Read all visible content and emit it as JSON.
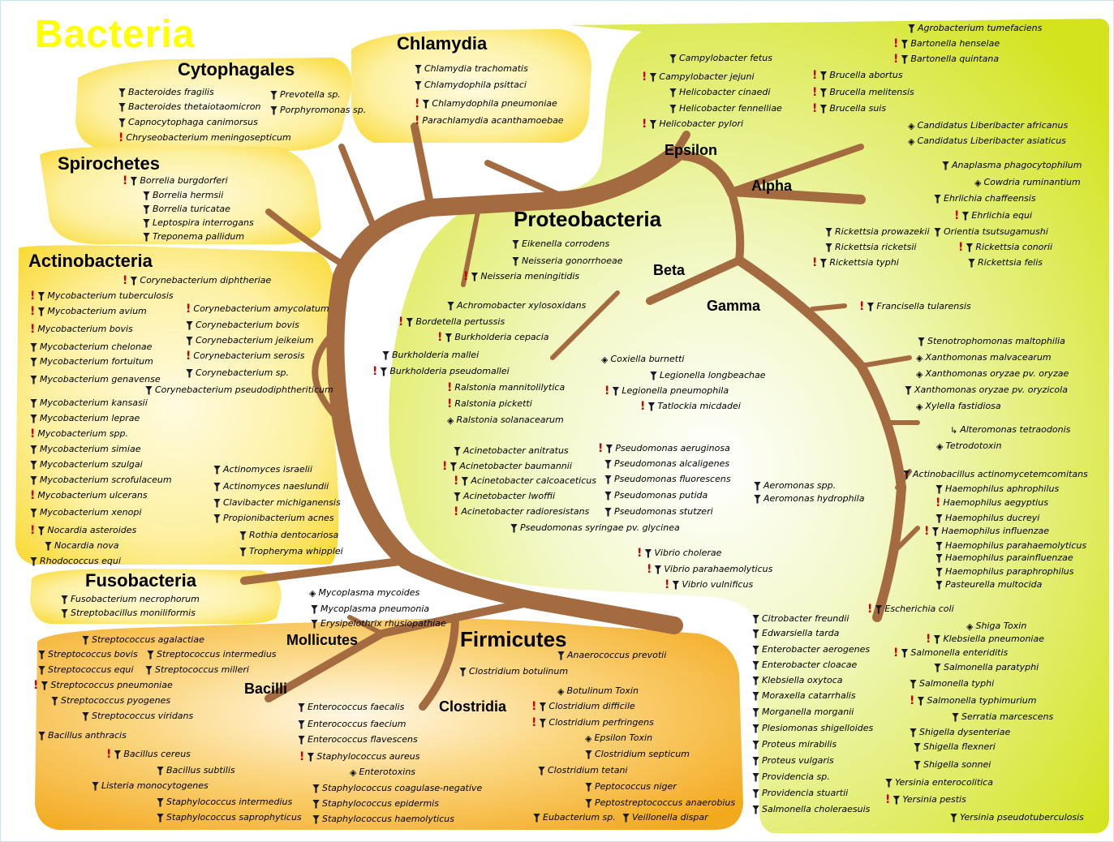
{
  "title": "Bacteria",
  "colors": {
    "branch": "#a36b3f",
    "proteo_fill": "#d8e92f",
    "phylum_fill": "#fbe24a",
    "firmicutes_fill": "#f7bb34",
    "funnel": "#1a1a2e",
    "warning": "#cc0000"
  },
  "icons": [
    "funnel-icon",
    "warning-icon",
    "biohazard-icon",
    "bug-icon",
    "cdc-icon",
    "cow-icon",
    "skull-icon",
    "leaf-icon",
    "diamond-icon"
  ],
  "groups": [
    {
      "key": "cytophagales",
      "label": "Cytophagales",
      "size": "g-mid"
    },
    {
      "key": "chlamydia",
      "label": "Chlamydia",
      "size": "g-mid"
    },
    {
      "key": "spirochetes",
      "label": "Spirochetes",
      "size": "g-mid"
    },
    {
      "key": "actinobacteria",
      "label": "Actinobacteria",
      "size": "g-mid"
    },
    {
      "key": "fusobacteria",
      "label": "Fusobacteria",
      "size": "g-mid"
    },
    {
      "key": "proteobacteria",
      "label": "Proteobacteria",
      "size": "g-big"
    },
    {
      "key": "firmicutes",
      "label": "Firmicutes",
      "size": "g-big"
    },
    {
      "key": "epsilon",
      "label": "Epsilon",
      "size": "g-small"
    },
    {
      "key": "alpha",
      "label": "Alpha",
      "size": "g-small"
    },
    {
      "key": "beta",
      "label": "Beta",
      "size": "g-small"
    },
    {
      "key": "gamma",
      "label": "Gamma",
      "size": "g-small"
    },
    {
      "key": "mollicutes",
      "label": "Mollicutes",
      "size": "g-small"
    },
    {
      "key": "bacilli",
      "label": "Bacilli",
      "size": "g-small"
    },
    {
      "key": "clostridia",
      "label": "Clostridia",
      "size": "g-small"
    }
  ],
  "species": [
    {
      "t": "Bacteroides fragilis",
      "i": "f"
    },
    {
      "t": "Bacteroides thetaiotaomicron",
      "i": "f"
    },
    {
      "t": "Capnocytophaga canimorsus",
      "i": "f"
    },
    {
      "t": "Chryseobacterium meningosepticum",
      "i": "w"
    },
    {
      "t": "Prevotella sp.",
      "i": "f"
    },
    {
      "t": "Porphyromonas sp.",
      "i": "f"
    },
    {
      "t": "Chlamydia trachomatis",
      "i": "f"
    },
    {
      "t": "Chlamydophila psittaci",
      "i": "f"
    },
    {
      "t": "Chlamydophila pneumoniae",
      "i": "wf"
    },
    {
      "t": "Parachlamydia acanthamoebae",
      "i": "w"
    },
    {
      "t": "Borrelia burgdorferi",
      "i": "wf"
    },
    {
      "t": "Borrelia hermsii",
      "i": "f"
    },
    {
      "t": "Borrelia turicatae",
      "i": "f"
    },
    {
      "t": "Leptospira interrogans",
      "i": "f"
    },
    {
      "t": "Treponema pallidum",
      "i": "f"
    },
    {
      "t": "Corynebacterium diphtheriae",
      "i": "wf"
    },
    {
      "t": "Mycobacterium tuberculosis",
      "i": "wf"
    },
    {
      "t": "Mycobacterium avium",
      "i": "wf"
    },
    {
      "t": "Mycobacterium bovis",
      "i": "w"
    },
    {
      "t": "Mycobacterium chelonae",
      "i": "f"
    },
    {
      "t": "Mycobacterium fortuitum",
      "i": "f"
    },
    {
      "t": "Mycobacterium genavense",
      "i": "f"
    },
    {
      "t": "Corynebacterium amycolatum",
      "i": "w"
    },
    {
      "t": "Corynebacterium bovis",
      "i": "f"
    },
    {
      "t": "Corynebacterium jeikeium",
      "i": "f"
    },
    {
      "t": "Corynebacterium serosis",
      "i": "w"
    },
    {
      "t": "Corynebacterium sp.",
      "i": "f"
    },
    {
      "t": "Corynebacterium pseudodiphtheriticum",
      "i": "f"
    },
    {
      "t": "Mycobacterium kansasii",
      "i": "f"
    },
    {
      "t": "Mycobacterium leprae",
      "i": "f"
    },
    {
      "t": "Mycobacterium spp.",
      "i": "w"
    },
    {
      "t": "Mycobacterium simiae",
      "i": "f"
    },
    {
      "t": "Mycobacterium szulgai",
      "i": "f"
    },
    {
      "t": "Mycobacterium scrofulaceum",
      "i": "f"
    },
    {
      "t": "Mycobacterium ulcerans",
      "i": "w"
    },
    {
      "t": "Mycobacterium xenopi",
      "i": "f"
    },
    {
      "t": "Nocardia asteroides",
      "i": "wf"
    },
    {
      "t": "Nocardia nova",
      "i": "f"
    },
    {
      "t": "Rhodococcus equi",
      "i": "f"
    },
    {
      "t": "Actinomyces israelii",
      "i": "f"
    },
    {
      "t": "Actinomyces naeslundii",
      "i": "f"
    },
    {
      "t": "Clavibacter michiganensis",
      "i": "f"
    },
    {
      "t": "Propionibacterium acnes",
      "i": "f"
    },
    {
      "t": "Rothia dentocariosa",
      "i": "f"
    },
    {
      "t": "Tropheryma whipplei",
      "i": "f"
    },
    {
      "t": "Fusobacterium necrophorum",
      "i": "f"
    },
    {
      "t": "Streptobacillus moniliformis",
      "i": "f"
    },
    {
      "t": "Campylobacter fetus",
      "i": "f"
    },
    {
      "t": "Campylobacter jejuni",
      "i": "wf"
    },
    {
      "t": "Helicobacter cinaedi",
      "i": "f"
    },
    {
      "t": "Helicobacter fennelliae",
      "i": "f"
    },
    {
      "t": "Helicobacter pylori",
      "i": "wf"
    },
    {
      "t": "Agrobacterium tumefaciens",
      "i": "f"
    },
    {
      "t": "Bartonella henselae",
      "i": "wf"
    },
    {
      "t": "Bartonella quintana",
      "i": "wf"
    },
    {
      "t": "Brucella abortus",
      "i": "wf"
    },
    {
      "t": "Brucella melitensis",
      "i": "wf"
    },
    {
      "t": "Brucella suis",
      "i": "wf"
    },
    {
      "t": "Candidatus Liberibacter africanus",
      "i": "d"
    },
    {
      "t": "Candidatus Liberibacter asiaticus",
      "i": "d"
    },
    {
      "t": "Anaplasma phagocytophilum",
      "i": "f"
    },
    {
      "t": "Cowdria ruminantium",
      "i": "d"
    },
    {
      "t": "Ehrlichia chaffeensis",
      "i": "f"
    },
    {
      "t": "Ehrlichia equi",
      "i": "wf"
    },
    {
      "t": "Orientia tsutsugamushi",
      "i": "f"
    },
    {
      "t": "Rickettsia conorii",
      "i": "wf"
    },
    {
      "t": "Rickettsia felis",
      "i": "f"
    },
    {
      "t": "Rickettsia prowazekii",
      "i": "f"
    },
    {
      "t": "Rickettsia ricketsii",
      "i": "f"
    },
    {
      "t": "Rickettsia typhi",
      "i": "wf"
    },
    {
      "t": "Eikenella  corrodens",
      "i": "f"
    },
    {
      "t": "Neisseria gonorrhoeae",
      "i": "f"
    },
    {
      "t": "Neisseria meningitidis",
      "i": "wf"
    },
    {
      "t": "Achromobacter xylosoxidans",
      "i": "f"
    },
    {
      "t": "Bordetella pertussis",
      "i": "wf"
    },
    {
      "t": "Burkholderia cepacia",
      "i": "wf"
    },
    {
      "t": "Burkholderia mallei",
      "i": "f"
    },
    {
      "t": "Burkholderia pseudomallei",
      "i": "wf"
    },
    {
      "t": "Ralstonia mannitolilytica",
      "i": "w"
    },
    {
      "t": "Ralstonia picketti",
      "i": "w"
    },
    {
      "t": "Ralstonia solanacearum",
      "i": "d"
    },
    {
      "t": "Francisella tularensis",
      "i": "wf"
    },
    {
      "t": "Stenotrophomonas maltophilia",
      "i": "f"
    },
    {
      "t": "Xanthomonas malvacearum",
      "i": "d"
    },
    {
      "t": "Xanthomonas oryzae pv. oryzae",
      "i": "d"
    },
    {
      "t": "Xanthomonas oryzae pv. oryzicola",
      "i": "f"
    },
    {
      "t": "Xylella fastidiosa",
      "i": "d"
    },
    {
      "t": "Coxiella burnetti",
      "i": "d"
    },
    {
      "t": "Legionella longbeachae",
      "i": "f"
    },
    {
      "t": "Legionella pneumophila",
      "i": "wf"
    },
    {
      "t": "Tatlockia micdadei",
      "i": "wf"
    },
    {
      "t": "Alteromonas tetraodonis",
      "i": "n"
    },
    {
      "t": "Tetrodotoxin",
      "i": "d"
    },
    {
      "t": "Acinetobacter anitratus",
      "i": "f"
    },
    {
      "t": "Acinetobacter baumannii",
      "i": "wf"
    },
    {
      "t": "Acinetobacter calcoaceticus",
      "i": "wf"
    },
    {
      "t": "Acinetobacter lwoffii",
      "i": "f"
    },
    {
      "t": "Acinetobacter radioresistans",
      "i": "w"
    },
    {
      "t": "Pseudomonas aeruginosa",
      "i": "wf"
    },
    {
      "t": "Pseudomonas alcaligenes",
      "i": "f"
    },
    {
      "t": "Pseudomonas fluorescens",
      "i": "f"
    },
    {
      "t": "Pseudomonas putida",
      "i": "f"
    },
    {
      "t": "Pseudomonas stutzeri",
      "i": "f"
    },
    {
      "t": "Pseudomonas syringae pv. glycinea",
      "i": "f"
    },
    {
      "t": "Aeromonas spp.",
      "i": "f"
    },
    {
      "t": "Aeromonas hydrophila",
      "i": "f"
    },
    {
      "t": "Actinobacillus actinomycetemcomitans",
      "i": "f"
    },
    {
      "t": "Haemophilus aphrophilus",
      "i": "f"
    },
    {
      "t": "Haemophilus aegyptius",
      "i": "w"
    },
    {
      "t": "Haemophilus ducreyi",
      "i": "f"
    },
    {
      "t": "Haemophilus influenzae",
      "i": "wf"
    },
    {
      "t": "Haemophilus parahaemolyticus",
      "i": "f"
    },
    {
      "t": "Haemophilus parainfluenzae",
      "i": "f"
    },
    {
      "t": "Haemophilus paraphrophilus",
      "i": "f"
    },
    {
      "t": "Pasteurella multocida",
      "i": "f"
    },
    {
      "t": "Vibrio cholerae",
      "i": "wf"
    },
    {
      "t": "Vibrio parahaemolyticus",
      "i": "wf"
    },
    {
      "t": "Vibrio vulnificus",
      "i": "wf"
    },
    {
      "t": "Citrobacter freundii",
      "i": "f"
    },
    {
      "t": "Edwarsiella tarda",
      "i": "f"
    },
    {
      "t": "Enterobacter aerogenes",
      "i": "f"
    },
    {
      "t": "Enterobacter cloacae",
      "i": "f"
    },
    {
      "t": "Klebsiella oxytoca",
      "i": "f"
    },
    {
      "t": "Moraxella catarrhalis",
      "i": "f"
    },
    {
      "t": "Morganella morganii",
      "i": "f"
    },
    {
      "t": "Plesiomonas shigelloides",
      "i": "f"
    },
    {
      "t": "Proteus mirabilis",
      "i": "f"
    },
    {
      "t": "Proteus vulgaris",
      "i": "f"
    },
    {
      "t": "Providencia sp.",
      "i": "f"
    },
    {
      "t": "Providencia stuartii",
      "i": "f"
    },
    {
      "t": "Salmonella choleraesuis",
      "i": "f"
    },
    {
      "t": "Escherichia coli",
      "i": "wf"
    },
    {
      "t": "Shiga Toxin",
      "i": "d"
    },
    {
      "t": "Klebsiella pneumoniae",
      "i": "wf"
    },
    {
      "t": "Salmonella enteriditis",
      "i": "wf"
    },
    {
      "t": "Salmonella paratyphi",
      "i": "f"
    },
    {
      "t": "Salmonella typhi",
      "i": "f"
    },
    {
      "t": "Salmonella typhimurium",
      "i": "wf"
    },
    {
      "t": "Serratia marcescens",
      "i": "f"
    },
    {
      "t": "Shigella dysenteriae",
      "i": "f"
    },
    {
      "t": "Shigella flexneri",
      "i": "f"
    },
    {
      "t": "Shigella sonnei",
      "i": "f"
    },
    {
      "t": "Yersinia enterocolitica",
      "i": "f"
    },
    {
      "t": "Yersinia pestis",
      "i": "wf"
    },
    {
      "t": "Yersinia pseudotuberculosis",
      "i": "f"
    },
    {
      "t": "Mycoplasma mycoides",
      "i": "d"
    },
    {
      "t": "Mycoplasma pneumonia",
      "i": "f"
    },
    {
      "t": "Erysipelothrix rhusiopathiae",
      "i": "f"
    },
    {
      "t": "Streptococcus agalactiae",
      "i": "f"
    },
    {
      "t": "Streptococcus bovis",
      "i": "f"
    },
    {
      "t": "Streptococcus intermedius",
      "i": "f"
    },
    {
      "t": "Streptococcus equi",
      "i": "f"
    },
    {
      "t": "Streptococcus milleri",
      "i": "f"
    },
    {
      "t": "Streptococcus pneumoniae",
      "i": "wf"
    },
    {
      "t": "Streptococcus pyogenes",
      "i": "f"
    },
    {
      "t": "Streptococcus viridans",
      "i": "f"
    },
    {
      "t": "Bacillus anthracis",
      "i": "f"
    },
    {
      "t": "Bacillus cereus",
      "i": "wf"
    },
    {
      "t": "Bacillus subtilis",
      "i": "f"
    },
    {
      "t": "Listeria monocytogenes",
      "i": "f"
    },
    {
      "t": "Staphylococcus intermedius",
      "i": "f"
    },
    {
      "t": "Staphylococcus saprophyticus",
      "i": "f"
    },
    {
      "t": "Enterococcus faecalis",
      "i": "f"
    },
    {
      "t": "Enterococcus faecium",
      "i": "f"
    },
    {
      "t": "Enterococcus flavescens",
      "i": "f"
    },
    {
      "t": "Staphylococcus aureus",
      "i": "wf"
    },
    {
      "t": "Enterotoxins",
      "i": "d"
    },
    {
      "t": "Staphylococcus coagulase-negative",
      "i": "f"
    },
    {
      "t": "Staphylococcus epidermis",
      "i": "f"
    },
    {
      "t": "Staphylococcus haemolyticus",
      "i": "f"
    },
    {
      "t": "Anaerococcus prevotii",
      "i": "f"
    },
    {
      "t": "Clostridium botulinum",
      "i": "f"
    },
    {
      "t": "Botulinum Toxin",
      "i": "d"
    },
    {
      "t": "Clostridium difficile",
      "i": "wf"
    },
    {
      "t": "Clostridium perfringens",
      "i": "wf"
    },
    {
      "t": "Epsilon Toxin",
      "i": "d"
    },
    {
      "t": "Clostridium septicum",
      "i": "f"
    },
    {
      "t": "Clostridium tetani",
      "i": "f"
    },
    {
      "t": "Peptococcus niger",
      "i": "f"
    },
    {
      "t": "Peptostreptococcus anaerobius",
      "i": "f"
    },
    {
      "t": "Eubacterium sp.",
      "i": "f"
    },
    {
      "t": "Veillonella dispar",
      "i": "f"
    }
  ]
}
